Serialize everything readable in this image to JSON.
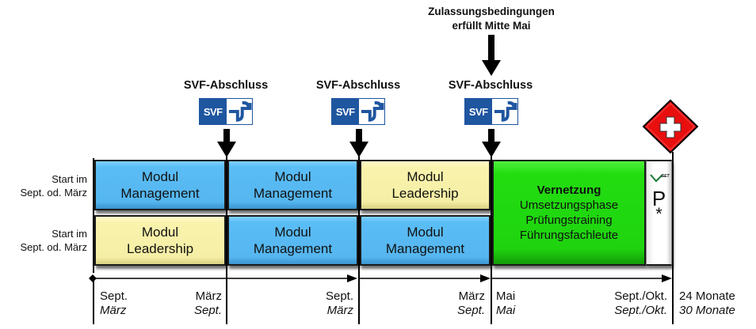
{
  "top_note": {
    "line1": "Zulassungsbedingungen",
    "line2": "erfüllt Mitte Mai"
  },
  "milestones": [
    {
      "label": "SVF-Abschluss",
      "logo_text": "SVF",
      "icon": "svf-logo-icon"
    },
    {
      "label": "SVF-Abschluss",
      "logo_text": "SVF",
      "icon": "svf-logo-icon"
    },
    {
      "label": "SVF-Abschluss",
      "logo_text": "SVF",
      "icon": "svf-logo-icon"
    }
  ],
  "swiss_icon": "swiss-cross-diamond-icon",
  "rows": [
    {
      "label_line1": "Start im",
      "label_line2": "Sept. od. März"
    },
    {
      "label_line1": "Start im",
      "label_line2": "Sept. od. März"
    }
  ],
  "modules": {
    "row1": [
      {
        "line1": "Modul",
        "line2": "Management",
        "color": "#5bbdf5"
      },
      {
        "line1": "Modul",
        "line2": "Management",
        "color": "#5bbdf5"
      },
      {
        "line1": "Modul",
        "line2": "Leadership",
        "color": "#f5eea5"
      }
    ],
    "row2": [
      {
        "line1": "Modul",
        "line2": "Leadership",
        "color": "#f5eea5"
      },
      {
        "line1": "Modul",
        "line2": "Management",
        "color": "#5bbdf5"
      },
      {
        "line1": "Modul",
        "line2": "Management",
        "color": "#5bbdf5"
      }
    ]
  },
  "vernetzung": {
    "title": "Vernetzung",
    "lines": [
      "Umsetzungsphase",
      "Prüfungstraining",
      "Führungsfachleute"
    ],
    "color": "#1fd40f"
  },
  "exam_block": {
    "logo_text": "GET",
    "letter": "P",
    "asterisk": "*"
  },
  "timeline": {
    "segments": [
      {
        "top_left": "Sept.",
        "top_right": "März",
        "bottom_left": "März",
        "bottom_right": "Sept."
      },
      {
        "top_left": "",
        "top_right": "Sept.",
        "bottom_left": "",
        "bottom_right": "März"
      },
      {
        "top_left": "",
        "top_right": "März",
        "bottom_left": "",
        "bottom_right": "Sept."
      },
      {
        "top_left": "Mai",
        "top_right": "Sept./Okt.",
        "bottom_left": "Mai",
        "bottom_right": "Sept./Okt."
      }
    ],
    "total": {
      "regular": "24 Monate",
      "italic": "30 Monate"
    }
  }
}
